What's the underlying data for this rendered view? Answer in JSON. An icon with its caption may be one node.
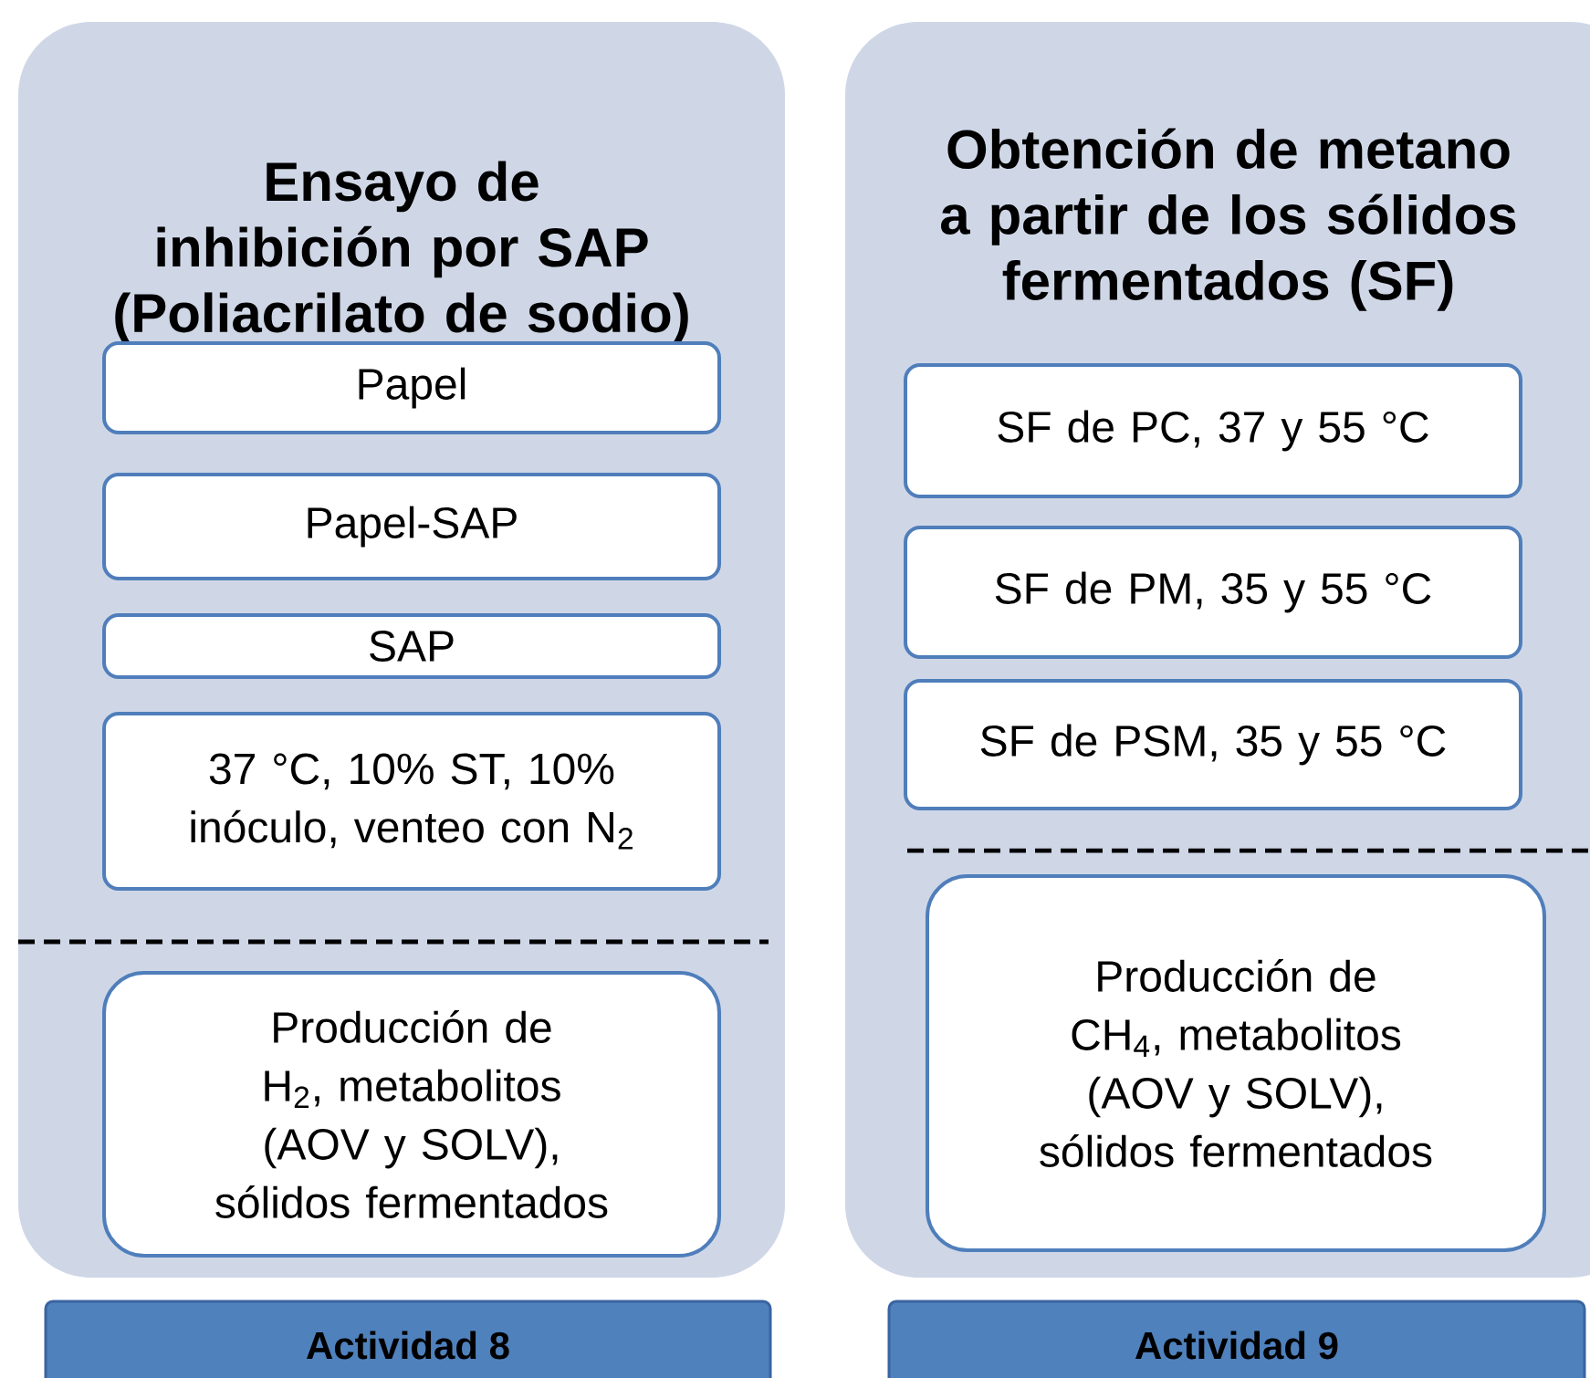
{
  "diagram": {
    "nodes": [
      {
        "text": [
          "Ensayo de inhibición por SAP (Poliacrilato de sodio)"
        ]
      },
      {
        "text": [
          "Papel"
        ],
        "in": 0
      },
      {
        "text": [
          "Papel-SAP"
        ],
        "in": 0
      },
      {
        "text": [
          "SAP"
        ],
        "in": 0
      },
      {
        "text": [
          "37 °C, 10% ST, 10% inóculo, venteo con N$_{2}$"
        ],
        "in": 0
      },
      {
        "text": [
          "Producción de H$_{2}$, metabolitos (AOV y SOLV), sólidos fermentados"
        ],
        "in": 0
      },
      {
        "text": [
          "Obtención de metano a partir de los sólidos fermentados (SF)"
        ]
      },
      {
        "text": [
          "SF de PC, 37 y 55 °C"
        ],
        "in": 6
      },
      {
        "text": [
          "SF de PM, 35 y 55 °C"
        ],
        "in": 6
      },
      {
        "text": [
          "SF de PSM, 35 y 55 °C"
        ],
        "in": 6
      },
      {
        "text": [
          "Producción de CH$_{4}$, metabolitos (AOV y SOLV), sólidos fermentados"
        ],
        "in": 6
      },
      {
        "text": [
          "Actividad 8"
        ]
      },
      {
        "text": [
          "Actividad 9"
        ]
      }
    ]
  }
}
